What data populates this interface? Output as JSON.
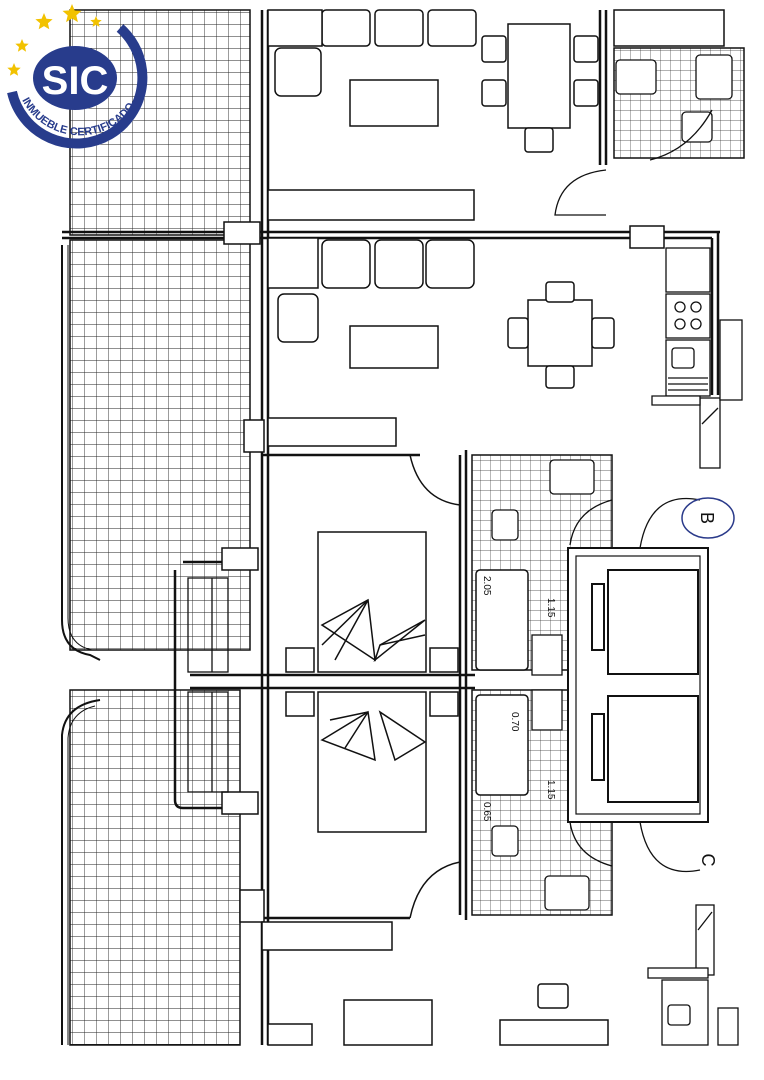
{
  "badge": {
    "brand": "SIC",
    "tagline": "INMUEBLE CERTIFICADO",
    "stars": 5,
    "color_primary": "#283c8c",
    "color_star": "#f2c200"
  },
  "plan": {
    "unit_labels": [
      "B",
      "C"
    ],
    "dimensions": [
      "2.05",
      "1.15",
      "0.70",
      "1.15",
      "0.65"
    ],
    "line_color": "#111111",
    "mark_color": "#2a3a8a"
  }
}
